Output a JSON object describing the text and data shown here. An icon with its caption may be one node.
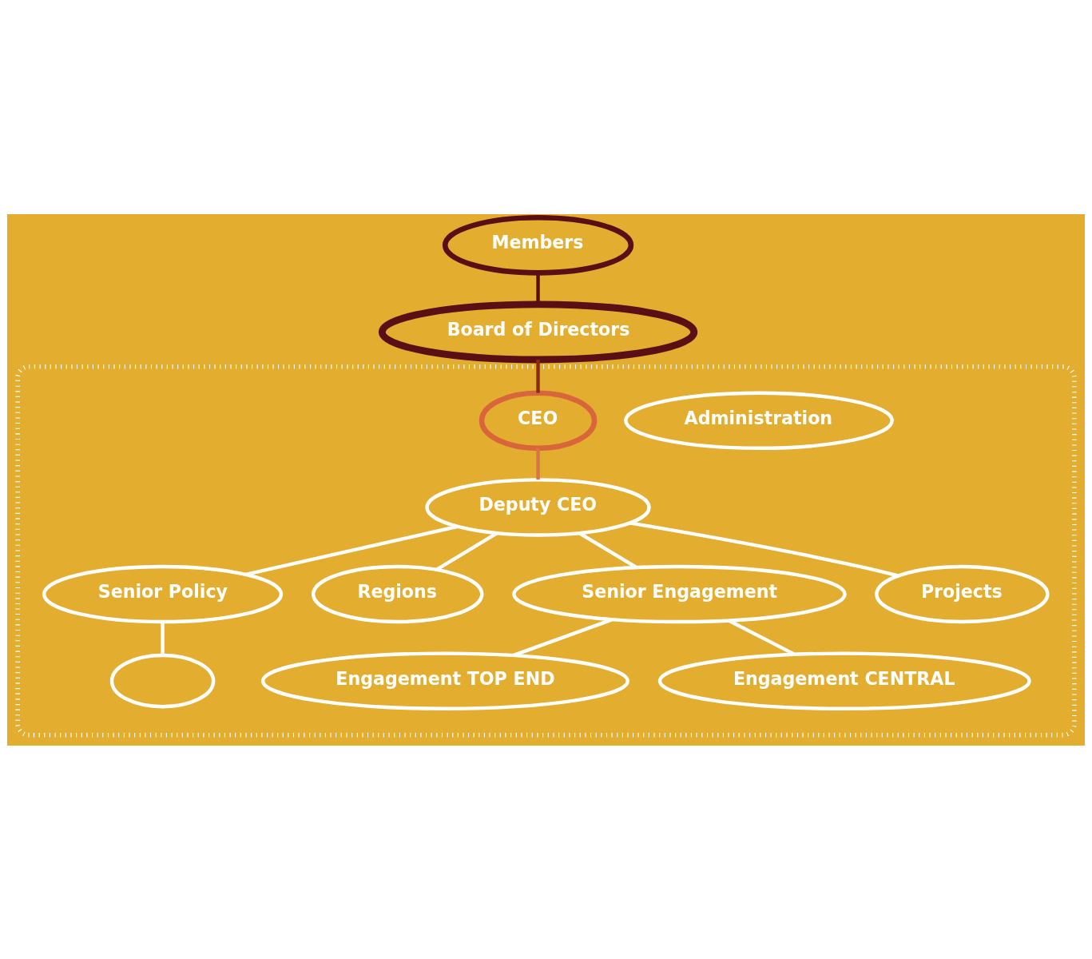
{
  "diagram": {
    "nodes": [
      {
        "text": [
          "Members"
        ]
      },
      {
        "text": [
          "Board of Directors"
        ]
      },
      {
        "text": [],
        "shape": "box"
      },
      {
        "text": [
          "CEO"
        ],
        "in": 2
      },
      {
        "text": [
          "Administration"
        ],
        "in": 2
      },
      {
        "text": [
          "Deputy CEO"
        ],
        "in": 2
      },
      {
        "text": [
          "Senior Policy"
        ],
        "in": 2
      },
      {
        "text": [
          "Regions"
        ],
        "in": 2
      },
      {
        "text": [
          "Senior Engagement"
        ],
        "in": 2
      },
      {
        "text": [
          "Projects"
        ],
        "in": 2
      },
      {
        "text": [],
        "shape": "ellipse",
        "in": 2
      },
      {
        "text": [
          "Engagement TOP END"
        ],
        "in": 2
      },
      {
        "text": [
          "Engagement CENTRAL"
        ],
        "in": 2
      }
    ],
    "edges": [
      {
        "from": 0,
        "to": 1,
        "arrow": "none",
        "color": "#5a0f15"
      },
      {
        "from": 1,
        "to": 3,
        "arrow": "none",
        "color": "#8a2a1a"
      },
      {
        "from": 3,
        "to": 5,
        "arrow": "none",
        "color": "#d9744a"
      },
      {
        "from": 5,
        "to": 6,
        "arrow": "none"
      },
      {
        "from": 5,
        "to": 7,
        "arrow": "none"
      },
      {
        "from": 5,
        "to": 8,
        "arrow": "none"
      },
      {
        "from": 5,
        "to": 9,
        "arrow": "none"
      },
      {
        "from": 6,
        "to": 10,
        "arrow": "none"
      },
      {
        "from": 8,
        "to": 11,
        "arrow": "none"
      },
      {
        "from": 8,
        "to": 12,
        "arrow": "none"
      }
    ]
  }
}
